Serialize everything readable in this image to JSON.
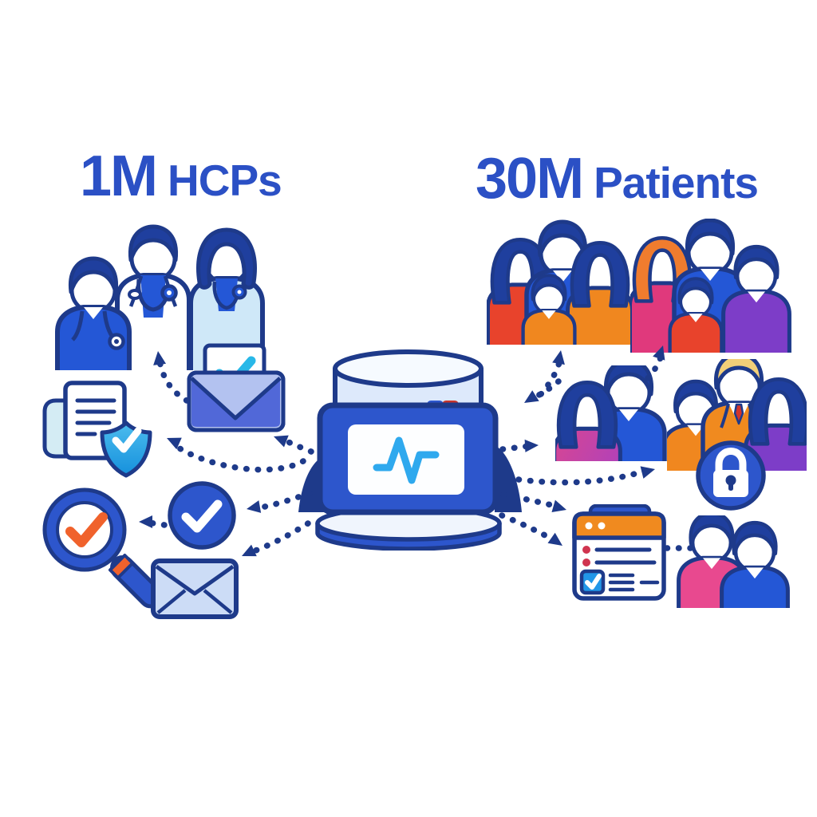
{
  "stats": {
    "hcps": {
      "value": "1M",
      "label": "HCPs"
    },
    "patients": {
      "value": "30M",
      "label": "Patients"
    }
  },
  "palette": {
    "title_blue": "#2b50c5",
    "outline_navy": "#1e3a8a",
    "primary_blue": "#2d56cc",
    "people_blue": "#2457d6",
    "cyan": "#29b2e8",
    "orange": "#f0871f",
    "red": "#e8432c",
    "magenta": "#e0397c",
    "purple": "#7d3dc8",
    "blond": "#f2cf78",
    "light_blue_coat": "#cfe8f8",
    "periwinkle": "#b3c2f0"
  },
  "icons": {
    "hub": "database-monitor-pulse",
    "approved_message": "envelope-check",
    "records": "document-shield",
    "verify": "search-check",
    "consent": "check-circle",
    "message": "envelope",
    "privacy": "lock",
    "form": "consent-form-checklist"
  },
  "figures": {
    "hcp_group_count": 3,
    "patient_family_1_count": 4,
    "patient_family_2_count": 4,
    "patient_pair_count": 2,
    "lock_group_count": 3,
    "bottom_pair_count": 2
  }
}
